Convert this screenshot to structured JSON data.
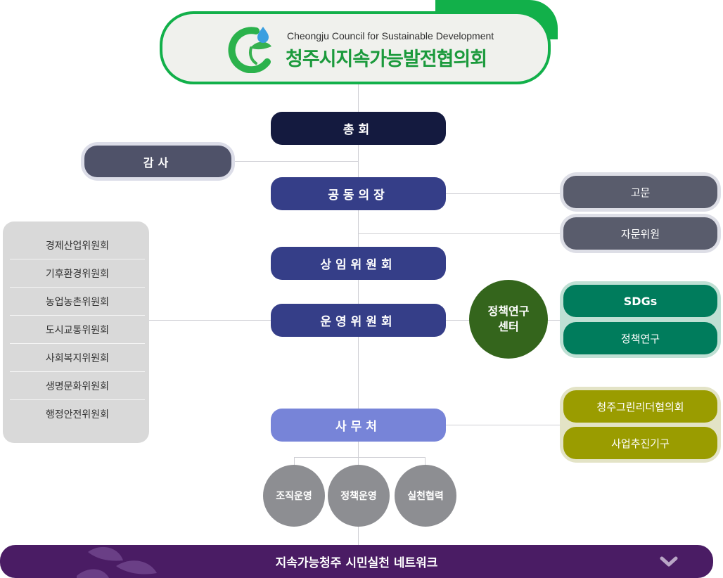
{
  "logo": {
    "english_name": "Cheongju Council for Sustainable Development",
    "korean_name": "청주시지속가능발전협의회"
  },
  "org": {
    "general_assembly": "총회",
    "audit": "감사",
    "co_chairs": "공동의장",
    "advisor": "고문",
    "advisory_member": "자문위원",
    "standing_committee": "상임위원회",
    "steering_committee": "운영위원회",
    "policy_center": "정책연구센터",
    "sdgs": "SDGs",
    "policy_research": "정책연구",
    "green_council": "청주그린리더협의회",
    "project_org": "사업추진기구",
    "secretariat": "사무처",
    "teams": [
      "조직운영",
      "정책운영",
      "실천협력"
    ],
    "committees": [
      "경제산업위원회",
      "기후환경위원회",
      "농업농촌위원회",
      "도시교통위원회",
      "사회복지위원회",
      "생명문화위원회",
      "행정안전위원회"
    ],
    "network": "지속가능청주 시민실천 네트워크"
  },
  "colors": {
    "brand_green": "#12b04a",
    "navy": "#141a3f",
    "indigo": "#353e88",
    "slate": "#4f5269",
    "gray_side": "#595c6c",
    "teal": "#007c5c",
    "olive": "#9a9c00",
    "dark_green": "#34651c",
    "periwinkle": "#7784d8",
    "circle_gray": "#8d8e92",
    "purple": "#4a1c64"
  }
}
